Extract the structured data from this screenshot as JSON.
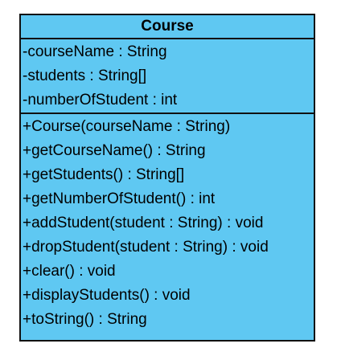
{
  "class": {
    "name": "Course",
    "attributes": [
      "-courseName : String",
      "-students : String[]",
      "-numberOfStudent : int"
    ],
    "operations": [
      "+Course(courseName : String)",
      "+getCourseName() : String",
      "+getStudents() : String[]",
      "+getNumberOfStudent() : int",
      "+addStudent(student : String) : void",
      "+dropStudent(student : String) : void",
      "+clear() : void",
      "+displayStudents() : void",
      "+toString() : String"
    ]
  },
  "colors": {
    "fill": "#5fc8f2",
    "border": "#111111"
  }
}
